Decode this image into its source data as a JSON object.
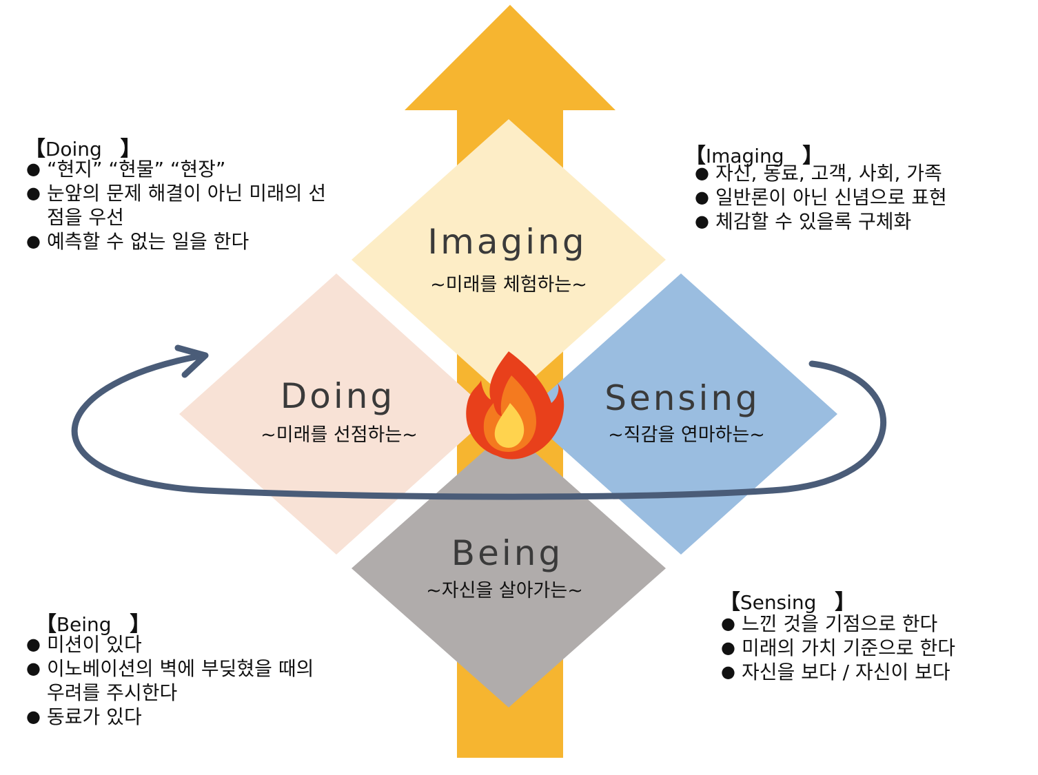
{
  "colors": {
    "arrow": "#F6B530",
    "imaging": "#FDEDC6",
    "doing": "#F8E2D6",
    "sensing": "#9ABDE0",
    "being": "#B0ACAB",
    "cycle_arrow": "#4A5C78",
    "flame_outer": "#E8401B",
    "flame_inner": "#FFD34E"
  },
  "icons": {
    "center": "flame-icon"
  },
  "quadrants": {
    "imaging": {
      "title": "Imaging",
      "subtitle": "~미래를 체험하는~"
    },
    "doing": {
      "title": "Doing",
      "subtitle": "~미래를 선점하는~"
    },
    "sensing": {
      "title": "Sensing",
      "subtitle": "~직감을 연마하는~"
    },
    "being": {
      "title": "Being",
      "subtitle": "~자신을 살아가는~"
    }
  },
  "notes": {
    "doing": {
      "title": "Doing",
      "items": [
        "“현지” “현물” “현장”",
        "눈앞의 문제 해결이 아닌 미래의 선점을 우선",
        "예측할 수 없는 일을 한다"
      ]
    },
    "imaging": {
      "title": "Imaging",
      "items": [
        "자신, 동료, 고객, 사회, 가족",
        "일반론이 아닌 신념으로 표현",
        "체감할 수 있을록 구체화"
      ]
    },
    "being": {
      "title": "Being",
      "items": [
        "미션이 있다",
        "이노베이션의 벽에 부딪혔을 때의 우려를 주시한다",
        "동료가 있다"
      ]
    },
    "sensing": {
      "title": "Sensing",
      "items": [
        "느낀 것을 기점으로 한다",
        "미래의 가치 기준으로 한다",
        "자신을 보다 / 자신이 보다"
      ]
    }
  }
}
